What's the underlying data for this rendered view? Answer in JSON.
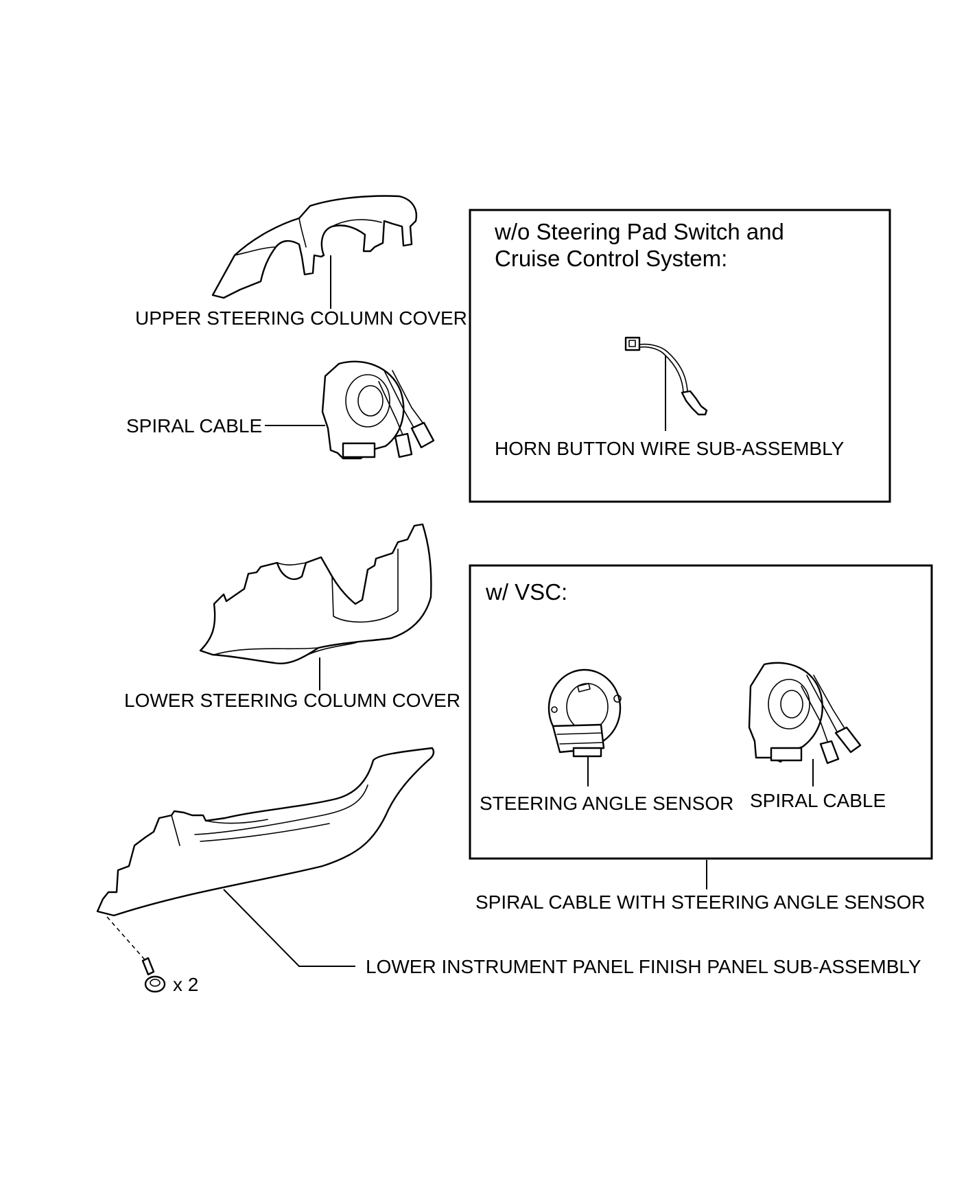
{
  "boxes": {
    "no_switch": {
      "heading_line1": "w/o Steering Pad Switch and",
      "heading_line2": "Cruise Control System:"
    },
    "vsc": {
      "heading": "w/ VSC:"
    }
  },
  "labels": {
    "upper_cover": "UPPER STEERING COLUMN COVER",
    "spiral_cable": "SPIRAL CABLE",
    "horn_wire": "HORN BUTTON WIRE SUB-ASSEMBLY",
    "lower_cover": "LOWER STEERING COLUMN COVER",
    "steering_angle_sensor": "STEERING ANGLE SENSOR",
    "spiral_cable_vsc": "SPIRAL CABLE",
    "spiral_with_sensor": "SPIRAL CABLE WITH STEERING ANGLE SENSOR",
    "finish_panel": "LOWER INSTRUMENT PANEL FINISH PANEL SUB-ASSEMBLY",
    "screw_qty": "x 2"
  },
  "icons": [
    "upper-steering-column-cover-drawing",
    "spiral-cable-drawing",
    "horn-button-wire-drawing",
    "lower-steering-column-cover-drawing",
    "steering-angle-sensor-drawing",
    "lower-instrument-panel-finish-panel-drawing",
    "screw-icon"
  ]
}
